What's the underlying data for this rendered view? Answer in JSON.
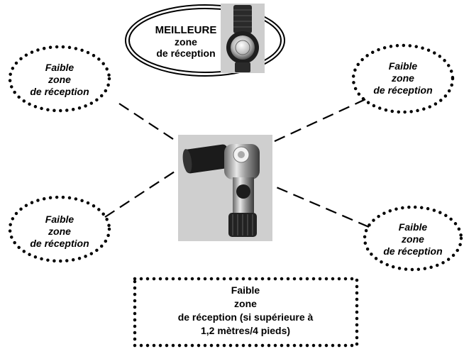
{
  "best_zone": {
    "lines": [
      "MEILLEURE",
      "zone",
      "de réception"
    ]
  },
  "weak_zones": {
    "top_left": [
      "Faible",
      "zone",
      "de réception"
    ],
    "top_right": [
      "Faible",
      "zone",
      "de réception"
    ],
    "bottom_left": [
      "Faible",
      "zone",
      "de réception"
    ],
    "bottom_right": [
      "Faible",
      "zone",
      "de réception"
    ]
  },
  "bottom_zone": {
    "lines": [
      "Faible",
      "zone",
      "de réception (si supérieure à",
      "1,2 mètres/4 pieds)"
    ]
  },
  "images": {
    "watch": "dive-computer-watch-photo",
    "transmitter": "regulator-first-stage-with-transmitter-photo"
  }
}
